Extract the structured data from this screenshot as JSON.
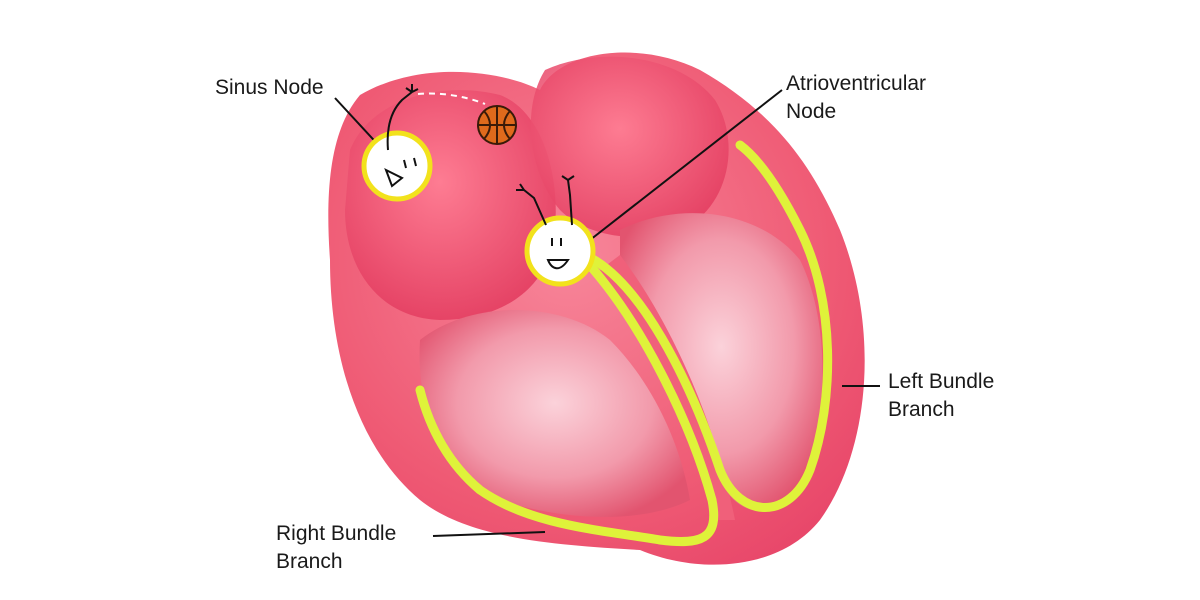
{
  "labels": {
    "sinus_node": [
      "Sinus Node"
    ],
    "av_node": [
      "Atrioventricular",
      "Node"
    ],
    "left_bundle": [
      "Left Bundle",
      "Branch"
    ],
    "right_bundle": [
      "Right Bundle",
      "Branch"
    ]
  },
  "colors": {
    "heart_outer": "#f0607a",
    "heart_inner": "#f7b7c4",
    "chamber": "#e23a5e",
    "conduction": "#dff23a",
    "node_ring": "#f2e21c",
    "ball": "#e06a1c"
  }
}
